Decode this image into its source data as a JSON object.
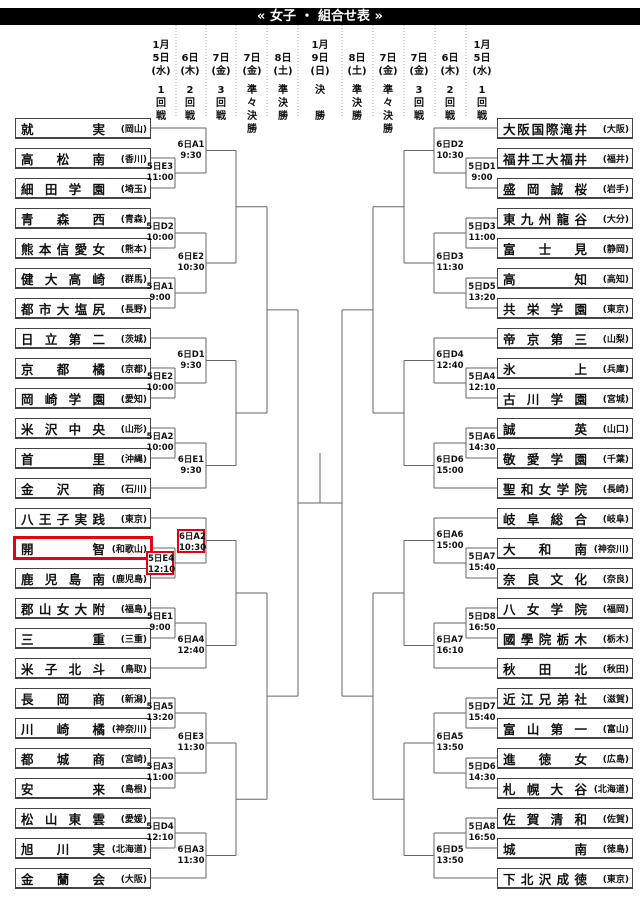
{
  "title": "« 女子 ・ 組合せ表 »",
  "colors": {
    "highlight": "#e60012",
    "header_bg": "#000000",
    "line": "#666666"
  },
  "header_columns": [
    {
      "date": [
        "1月",
        "5日",
        "(水)"
      ],
      "round": [
        "1",
        "回",
        "戦"
      ]
    },
    {
      "date": [
        "6日",
        "(木)"
      ],
      "round": [
        "2",
        "回",
        "戦"
      ]
    },
    {
      "date": [
        "7日",
        "(金)"
      ],
      "round": [
        "3",
        "回",
        "戦"
      ]
    },
    {
      "date": [
        "7日",
        "(金)"
      ],
      "round": [
        "準",
        "々",
        "決",
        "勝"
      ]
    },
    {
      "date": [
        "8日",
        "(土)"
      ],
      "round": [
        "準",
        "決",
        "勝"
      ]
    },
    {
      "date": [
        "1月",
        "9日",
        "(日)"
      ],
      "round": [
        "決",
        "",
        "勝"
      ]
    },
    {
      "date": [
        "8日",
        "(土)"
      ],
      "round": [
        "準",
        "決",
        "勝"
      ]
    },
    {
      "date": [
        "7日",
        "(金)"
      ],
      "round": [
        "準",
        "々",
        "決",
        "勝"
      ]
    },
    {
      "date": [
        "7日",
        "(金)"
      ],
      "round": [
        "3",
        "回",
        "戦"
      ]
    },
    {
      "date": [
        "6日",
        "(木)"
      ],
      "round": [
        "2",
        "回",
        "戦"
      ]
    },
    {
      "date": [
        "1月",
        "5日",
        "(水)"
      ],
      "round": [
        "1",
        "回",
        "戦"
      ]
    }
  ],
  "left": {
    "teams": [
      {
        "name": "就実",
        "pref": "(岡山)"
      },
      {
        "name": "高松南",
        "pref": "(香川)"
      },
      {
        "name": "細田学園",
        "pref": "(埼玉)"
      },
      {
        "name": "青森西",
        "pref": "(青森)"
      },
      {
        "name": "熊本信愛女",
        "pref": "(熊本)"
      },
      {
        "name": "健大高崎",
        "pref": "(群馬)"
      },
      {
        "name": "都市大塩尻",
        "pref": "(長野)"
      },
      {
        "name": "日立第二",
        "pref": "(茨城)"
      },
      {
        "name": "京都橘",
        "pref": "(京都)"
      },
      {
        "name": "岡崎学園",
        "pref": "(愛知)"
      },
      {
        "name": "米沢中央",
        "pref": "(山形)"
      },
      {
        "name": "首里",
        "pref": "(沖縄)"
      },
      {
        "name": "金沢商",
        "pref": "(石川)"
      },
      {
        "name": "八王子実践",
        "pref": "(東京)"
      },
      {
        "name": "開智",
        "pref": "(和歌山)",
        "highlight": true
      },
      {
        "name": "鹿児島南",
        "pref": "(鹿児島)"
      },
      {
        "name": "郡山女大附",
        "pref": "(福島)"
      },
      {
        "name": "三重",
        "pref": "(三重)"
      },
      {
        "name": "米子北斗",
        "pref": "(鳥取)"
      },
      {
        "name": "長岡商",
        "pref": "(新潟)"
      },
      {
        "name": "川崎橘",
        "pref": "(神奈川)"
      },
      {
        "name": "都城商",
        "pref": "(宮崎)"
      },
      {
        "name": "安来",
        "pref": "(島根)"
      },
      {
        "name": "松山東雲",
        "pref": "(愛媛)"
      },
      {
        "name": "旭川実",
        "pref": "(北海道)"
      },
      {
        "name": "金蘭会",
        "pref": "(大阪)"
      }
    ],
    "groups": [
      {
        "size": 3,
        "bye": "top",
        "r1": [
          {
            "day": "5日E3",
            "time": "11:00"
          }
        ],
        "r2": {
          "day": "6日A1",
          "time": "9:30"
        }
      },
      {
        "size": 4,
        "r1": [
          {
            "day": "5日D2",
            "time": "10:00"
          },
          {
            "day": "5日A1",
            "time": "9:00"
          }
        ],
        "r2": {
          "day": "6日E2",
          "time": "10:30"
        }
      },
      {
        "size": 3,
        "bye": "top",
        "r1": [
          {
            "day": "5日E2",
            "time": "10:00"
          }
        ],
        "r2": {
          "day": "6日D1",
          "time": "9:30"
        }
      },
      {
        "size": 3,
        "bye": "bottom",
        "r1": [
          {
            "day": "5日A2",
            "time": "10:00"
          }
        ],
        "r2": {
          "day": "6日E1",
          "time": "9:30"
        }
      },
      {
        "size": 3,
        "bye": "top",
        "r1": [
          {
            "day": "5日E4",
            "time": "12:10",
            "highlight": true
          }
        ],
        "r2": {
          "day": "6日A2",
          "time": "10:30",
          "highlight": true
        }
      },
      {
        "size": 3,
        "bye": "bottom",
        "r1": [
          {
            "day": "5日E1",
            "time": "9:00"
          }
        ],
        "r2": {
          "day": "6日A4",
          "time": "12:40"
        }
      },
      {
        "size": 4,
        "r1": [
          {
            "day": "5日A5",
            "time": "13:20"
          },
          {
            "day": "5日A3",
            "time": "11:00"
          }
        ],
        "r2": {
          "day": "6日E3",
          "time": "11:30"
        }
      },
      {
        "size": 3,
        "bye": "bottom",
        "r1": [
          {
            "day": "5日D4",
            "time": "12:10"
          }
        ],
        "r2": {
          "day": "6日A3",
          "time": "11:30"
        }
      }
    ]
  },
  "right": {
    "teams": [
      {
        "name": "大阪国際滝井",
        "pref": "(大阪)"
      },
      {
        "name": "福井工大福井",
        "pref": "(福井)"
      },
      {
        "name": "盛岡誠桜",
        "pref": "(岩手)"
      },
      {
        "name": "東九州龍谷",
        "pref": "(大分)"
      },
      {
        "name": "富士見",
        "pref": "(静岡)"
      },
      {
        "name": "高知",
        "pref": "(高知)"
      },
      {
        "name": "共栄学園",
        "pref": "(東京)"
      },
      {
        "name": "帝京第三",
        "pref": "(山梨)"
      },
      {
        "name": "氷上",
        "pref": "(兵庫)"
      },
      {
        "name": "古川学園",
        "pref": "(宮城)"
      },
      {
        "name": "誠英",
        "pref": "(山口)"
      },
      {
        "name": "敬愛学園",
        "pref": "(千葉)"
      },
      {
        "name": "聖和女学院",
        "pref": "(長崎)"
      },
      {
        "name": "岐阜総合",
        "pref": "(岐阜)"
      },
      {
        "name": "大和南",
        "pref": "(神奈川)"
      },
      {
        "name": "奈良文化",
        "pref": "(奈良)"
      },
      {
        "name": "八女学院",
        "pref": "(福岡)"
      },
      {
        "name": "國學院栃木",
        "pref": "(栃木)"
      },
      {
        "name": "秋田北",
        "pref": "(秋田)"
      },
      {
        "name": "近江兄弟社",
        "pref": "(滋賀)"
      },
      {
        "name": "富山第一",
        "pref": "(富山)"
      },
      {
        "name": "進徳女",
        "pref": "(広島)"
      },
      {
        "name": "札幌大谷",
        "pref": "(北海道)"
      },
      {
        "name": "佐賀清和",
        "pref": "(佐賀)"
      },
      {
        "name": "城南",
        "pref": "(徳島)"
      },
      {
        "name": "下北沢成徳",
        "pref": "(東京)"
      }
    ],
    "groups": [
      {
        "size": 3,
        "bye": "top",
        "r1": [
          {
            "day": "5日D1",
            "time": "9:00"
          }
        ],
        "r2": {
          "day": "6日D2",
          "time": "10:30"
        }
      },
      {
        "size": 4,
        "r1": [
          {
            "day": "5日D3",
            "time": "11:00"
          },
          {
            "day": "5日D5",
            "time": "13:20"
          }
        ],
        "r2": {
          "day": "6日D3",
          "time": "11:30"
        }
      },
      {
        "size": 3,
        "bye": "top",
        "r1": [
          {
            "day": "5日A4",
            "time": "12:10"
          }
        ],
        "r2": {
          "day": "6日D4",
          "time": "12:40"
        }
      },
      {
        "size": 3,
        "bye": "bottom",
        "r1": [
          {
            "day": "5日A6",
            "time": "14:30"
          }
        ],
        "r2": {
          "day": "6日D6",
          "time": "15:00"
        }
      },
      {
        "size": 3,
        "bye": "top",
        "r1": [
          {
            "day": "5日A7",
            "time": "15:40"
          }
        ],
        "r2": {
          "day": "6日A6",
          "time": "15:00"
        }
      },
      {
        "size": 3,
        "bye": "bottom",
        "r1": [
          {
            "day": "5日D8",
            "time": "16:50"
          }
        ],
        "r2": {
          "day": "6日A7",
          "time": "16:10"
        }
      },
      {
        "size": 4,
        "r1": [
          {
            "day": "5日D7",
            "time": "15:40"
          },
          {
            "day": "5日D6",
            "time": "14:30"
          }
        ],
        "r2": {
          "day": "6日A5",
          "time": "13:50"
        }
      },
      {
        "size": 3,
        "bye": "bottom",
        "r1": [
          {
            "day": "5日A8",
            "time": "16:50"
          }
        ],
        "r2": {
          "day": "6日D5",
          "time": "13:50"
        }
      }
    ]
  }
}
